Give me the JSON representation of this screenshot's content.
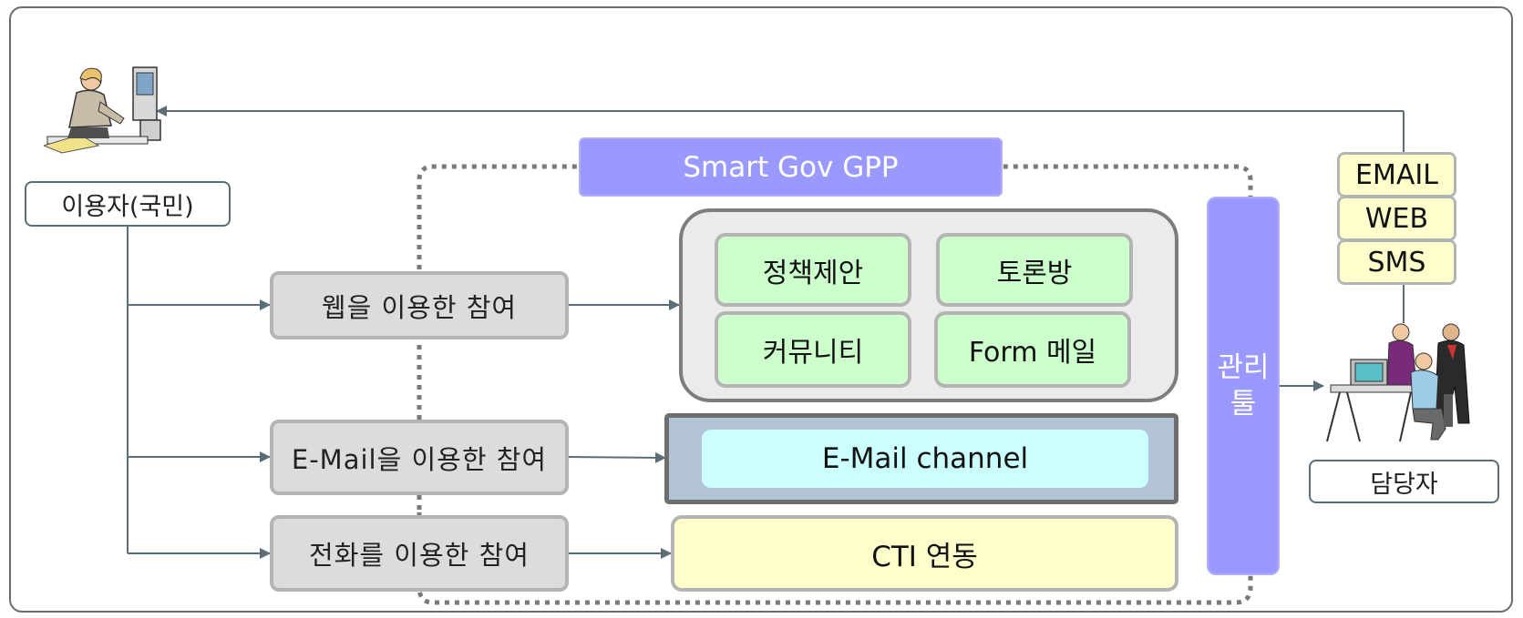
{
  "user": {
    "label": "이용자(국민)"
  },
  "staff": {
    "label": "담당자"
  },
  "platform": {
    "title": "Smart Gov GPP"
  },
  "channels": {
    "web": "웹을 이용한 참여",
    "email": "E-Mail을 이용한 참여",
    "phone": "전화를 이용한 참여"
  },
  "services": {
    "policy": "정책제안",
    "debate": "토론방",
    "community": "커뮤니티",
    "form_mail": "Form 메일"
  },
  "email_channel": "E-Mail channel",
  "cti": "CTI 연동",
  "management_tool": {
    "line1": "관리",
    "line2": "툴"
  },
  "notify": [
    "EMAIL",
    "WEB",
    "SMS"
  ],
  "colors": {
    "purple": "#9999ff",
    "green": "#ccffcc",
    "cyan": "#ccffff",
    "yellow": "#ffffcc",
    "gray": "#dcdcdc",
    "line": "#5a6e78"
  }
}
